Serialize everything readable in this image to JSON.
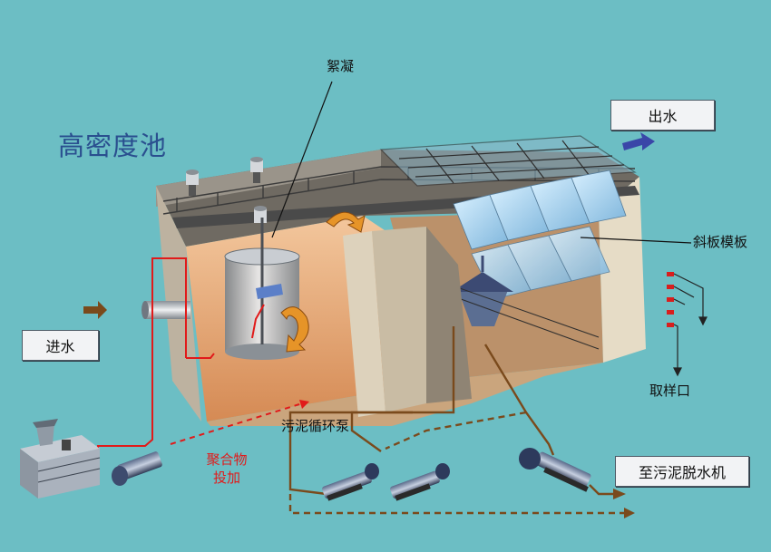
{
  "diagram": {
    "title": "高密度池",
    "labels": {
      "flocculation": "絮凝",
      "outlet_water": "出水",
      "inclined_plate": "斜板模板",
      "inlet_water": "进水",
      "sampling_port": "取样口",
      "sludge_pump": "污泥循环泵",
      "polymer_line1": "聚合物",
      "polymer_line2": "投加",
      "to_dewatering": "至污泥脱水机"
    },
    "colors": {
      "background": "#6cbec4",
      "title": "#2a4f8f",
      "polymer": "#e11a1a",
      "sludge_pipe": "#7a4a1c",
      "outlet_arrow": "#3a46a8"
    }
  }
}
